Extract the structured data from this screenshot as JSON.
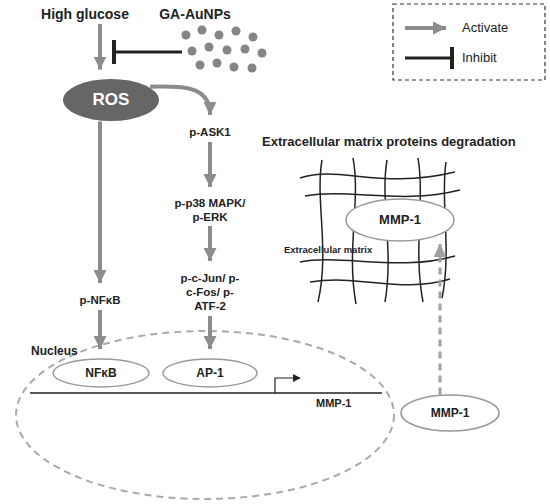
{
  "diagram": {
    "nodes": [
      {
        "text": [
          "High glucose"
        ]
      },
      {
        "text": [
          "GA-AuNPs"
        ]
      },
      {
        "text": [
          "ROS"
        ]
      },
      {
        "text": [
          "p-ASK1"
        ]
      },
      {
        "text": [
          "p-p38 MAPK/ p-ERK"
        ]
      },
      {
        "text": [
          "MMP-1"
        ]
      },
      {
        "text": [
          "p-c-Jun/ p-c-Fos/ p-ATF-2"
        ]
      },
      {
        "text": [
          "p-NFκB"
        ]
      },
      {
        "text": [
          "Nucleus"
        ]
      },
      {
        "text": [
          "NFκB"
        ],
        "in": 8
      },
      {
        "text": [
          "AP-1"
        ],
        "in": 8
      },
      {
        "text": [
          "MMP-1"
        ]
      }
    ],
    "edges": [
      {
        "from": 0,
        "to": 2,
        "arrow": "to"
      },
      {
        "from": 2,
        "to": 3,
        "arrow": "to"
      },
      {
        "from": 3,
        "to": 4,
        "arrow": "to"
      },
      {
        "from": 4,
        "to": 6,
        "arrow": "to"
      },
      {
        "from": 6,
        "to": 10,
        "arrow": "to"
      },
      {
        "from": 2,
        "to": 7,
        "arrow": "to"
      },
      {
        "from": 7,
        "to": 9,
        "arrow": "to"
      },
      {
        "from": 11,
        "to": 5,
        "arrow": "to"
      }
    ],
    "labels": [
      "Extracellular matrix proteins degradation",
      "Extracellular matrix",
      "MMP-1"
    ],
    "legend": [
      {
        "text": "Activate"
      },
      {
        "text": "Inhibit"
      }
    ]
  }
}
